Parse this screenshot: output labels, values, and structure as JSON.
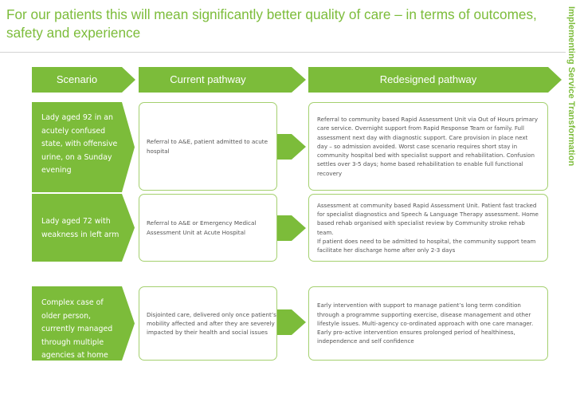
{
  "title": "For our patients this will mean significantly better quality of care – in terms of outcomes, safety and experience",
  "side_label": "Implementing Service Transformation",
  "headers": {
    "scenario": "Scenario",
    "current": "Current pathway",
    "redesigned": "Redesigned pathway"
  },
  "rows": [
    {
      "scenario": "Lady aged 92 in an acutely confused state, with offensive urine, on a Sunday evening",
      "current": "Referral to A&E, patient admitted to acute hospital",
      "redesigned": "Referral to community based Rapid Assessment Unit via Out of Hours primary care service.  Overnight support from Rapid Response Team or family.  Full assessment next day with diagnostic support.  Care provision in place next day – so admission avoided.  Worst case scenario requires short stay in community hospital bed with specialist support and rehabilitation.  Confusion settles over 3-5 days; home based rehabilitation to enable full functional recovery"
    },
    {
      "scenario": "Lady aged 72 with weakness in left arm",
      "current": "Referral to A&E or Emergency Medical Assessment Unit at Acute Hospital",
      "redesigned": "Assessment at community based Rapid Assessment Unit.  Patient fast tracked for specialist diagnostics and Speech & Language Therapy assessment.  Home based rehab organised with specialist review by Community stroke rehab team.\nIf patient does need to be admitted to hospital, the community support team facilitate her discharge home after only 2-3 days"
    },
    {
      "scenario": "Complex case of older person, currently managed through multiple agencies at home",
      "current": "Disjointed care, delivered only once patient’s mobility affected and after they are severely impacted by their health and social issues",
      "redesigned": "Early intervention with support to manage patient’s long term condition through a programme supporting exercise, disease management and other lifestyle issues.  Multi-agency co-ordinated approach with one care manager.  Early pro-active intervention ensures prolonged period of healthiness, independence and self confidence"
    }
  ],
  "colors": {
    "accent": "#7cbc3a",
    "box_border": "#a4d06f",
    "body_text": "#555555"
  }
}
